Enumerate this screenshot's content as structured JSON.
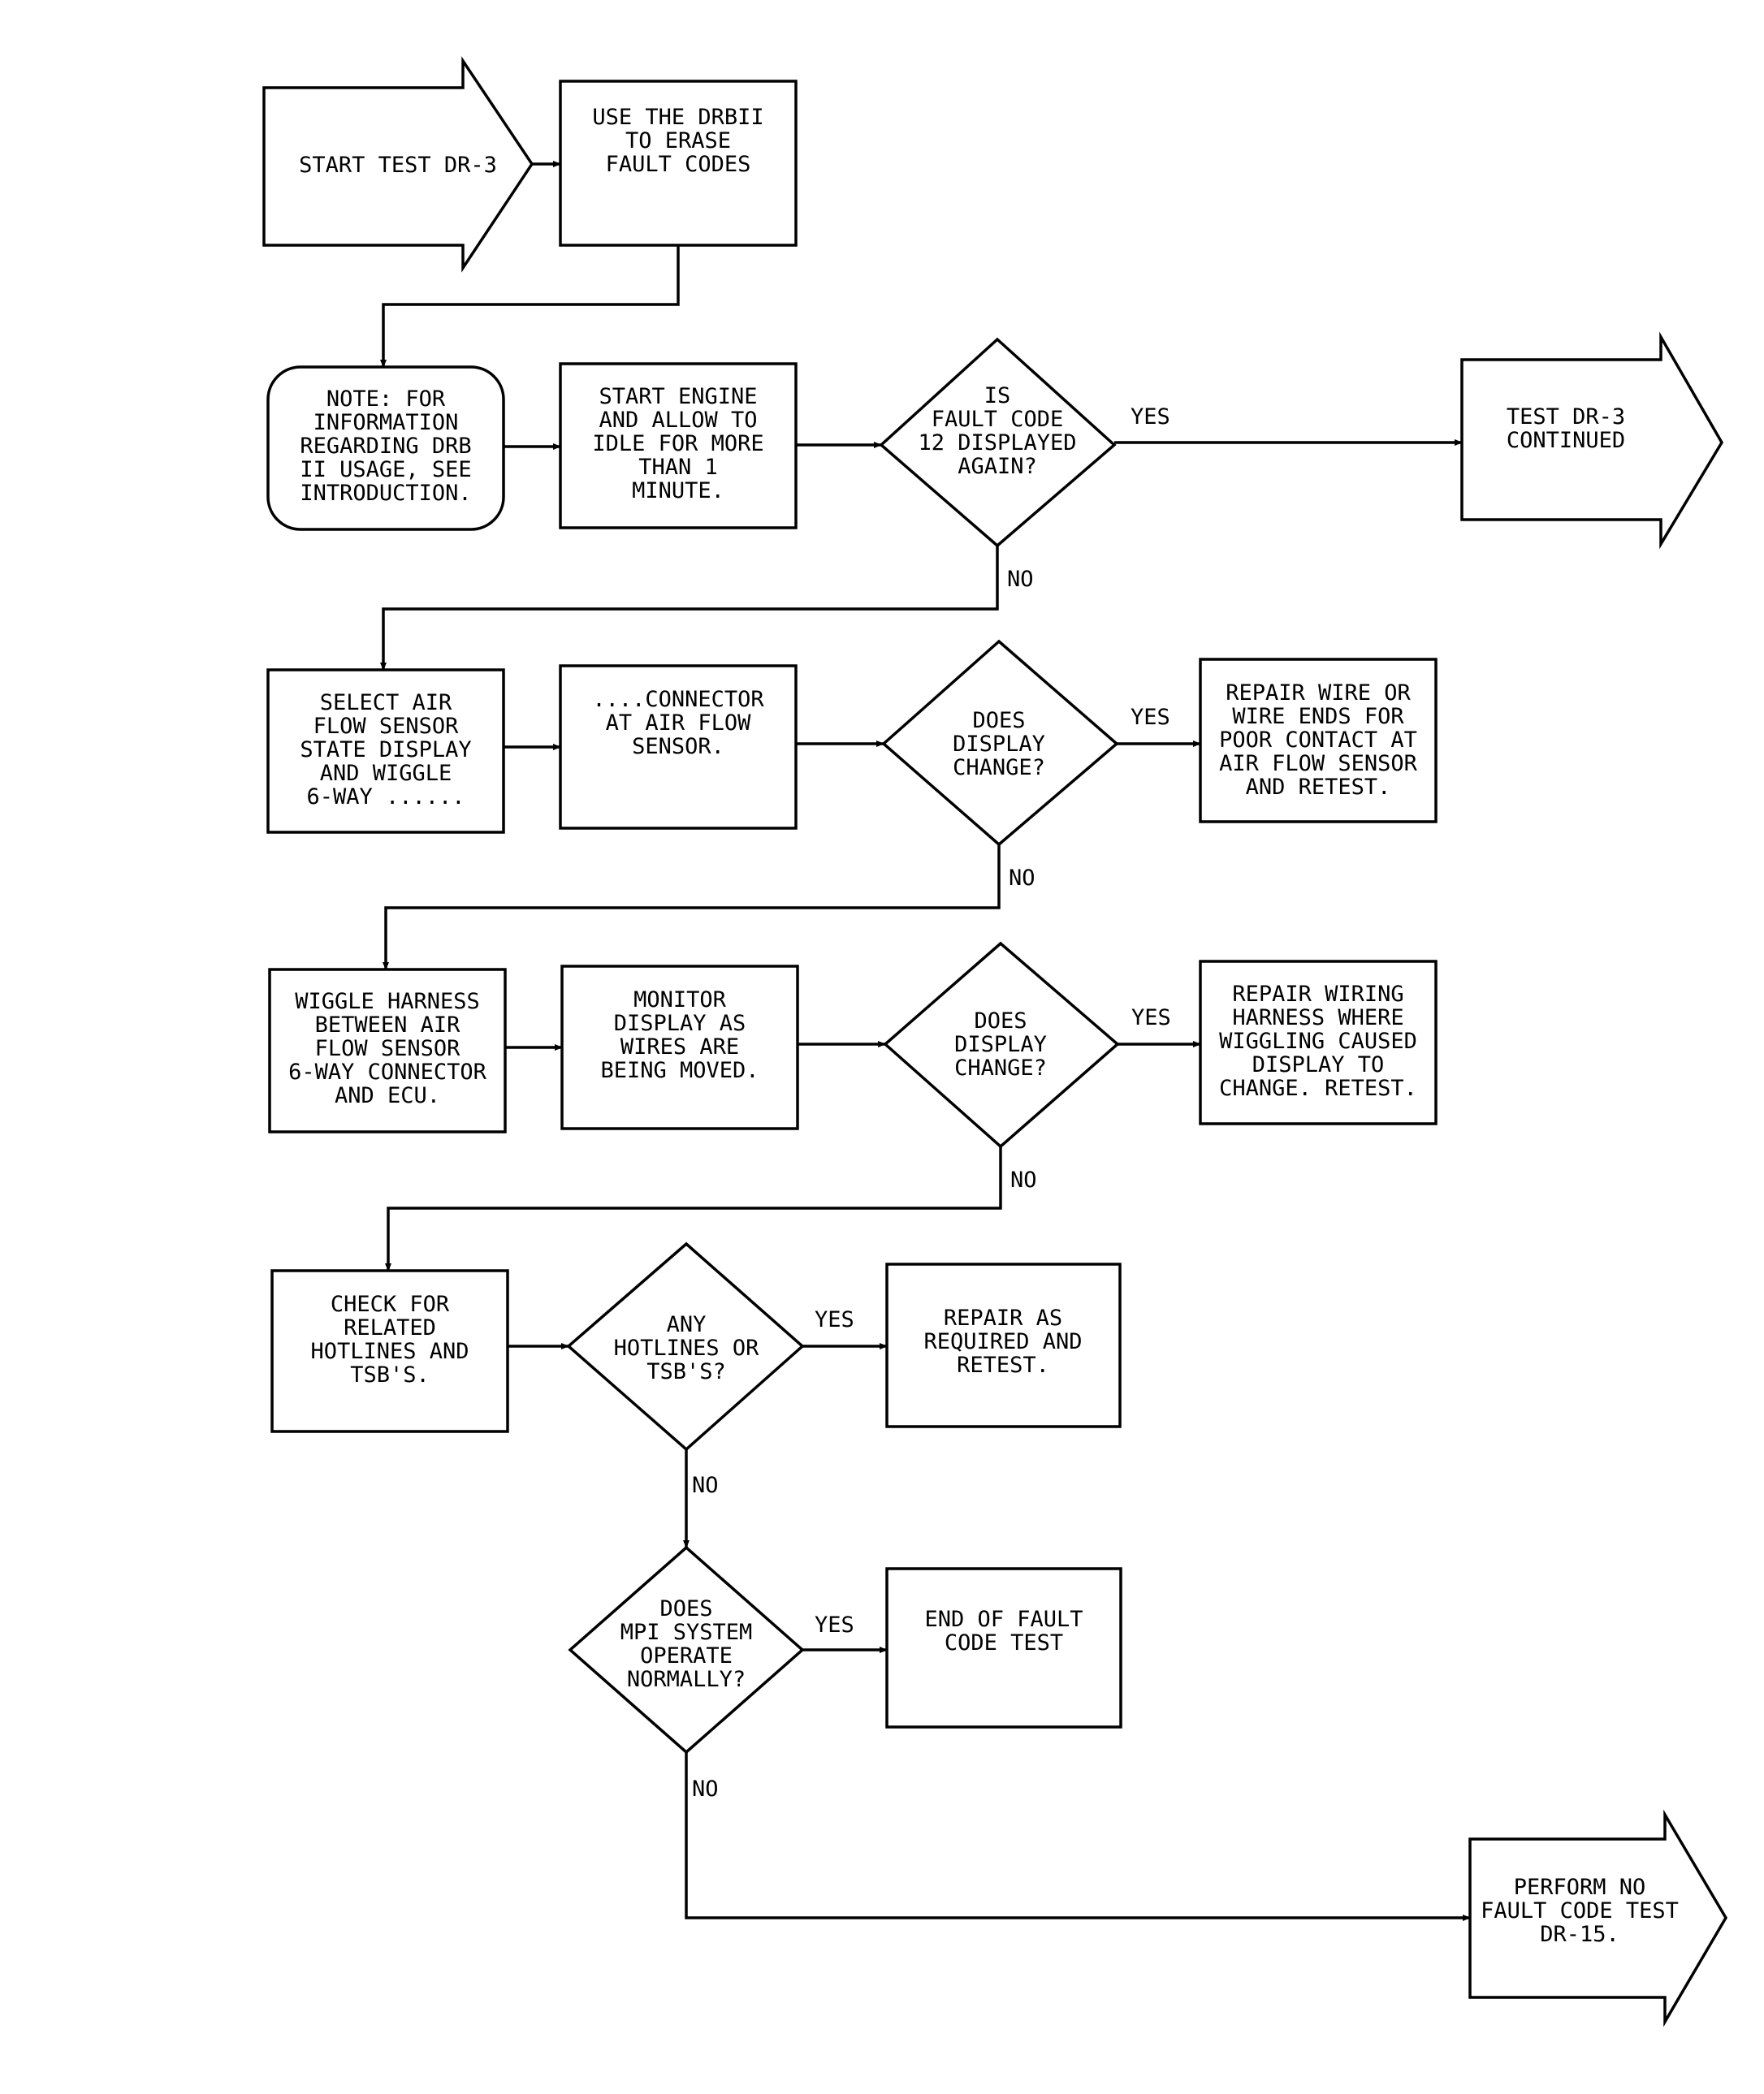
{
  "nodes": {
    "start": {
      "lines": [
        "START TEST DR-3"
      ]
    },
    "erase": {
      "lines": [
        "USE THE DRBII",
        "TO ERASE",
        "FAULT CODES"
      ]
    },
    "note": {
      "lines": [
        "NOTE: FOR",
        "INFORMATION",
        "REGARDING DRB",
        "II USAGE, SEE",
        "INTRODUCTION."
      ]
    },
    "start_engine": {
      "lines": [
        "START ENGINE",
        "AND ALLOW TO",
        "IDLE FOR MORE",
        "THAN 1",
        "MINUTE."
      ]
    },
    "fault12": {
      "lines": [
        "IS",
        "FAULT CODE",
        "12 DISPLAYED",
        "AGAIN?"
      ]
    },
    "dr3_cont": {
      "lines": [
        "TEST DR-3",
        "CONTINUED"
      ]
    },
    "select_air": {
      "lines": [
        "SELECT AIR",
        "FLOW SENSOR",
        "STATE DISPLAY",
        "AND WIGGLE",
        "6-WAY ......"
      ]
    },
    "connector": {
      "lines": [
        "....CONNECTOR",
        "AT AIR FLOW",
        "SENSOR."
      ]
    },
    "display1": {
      "lines": [
        "DOES",
        "DISPLAY",
        "CHANGE?"
      ]
    },
    "repair_wire": {
      "lines": [
        "REPAIR WIRE OR",
        "WIRE ENDS FOR",
        "POOR CONTACT AT",
        "AIR FLOW SENSOR",
        "AND RETEST."
      ]
    },
    "wiggle_harness": {
      "lines": [
        "WIGGLE HARNESS",
        "BETWEEN AIR",
        "FLOW SENSOR",
        "6-WAY CONNECTOR",
        "AND ECU."
      ]
    },
    "monitor": {
      "lines": [
        "MONITOR",
        "DISPLAY AS",
        "WIRES ARE",
        "BEING MOVED."
      ]
    },
    "display2": {
      "lines": [
        "DOES",
        "DISPLAY",
        "CHANGE?"
      ]
    },
    "repair_harness": {
      "lines": [
        "REPAIR WIRING",
        "HARNESS WHERE",
        "WIGGLING CAUSED",
        "DISPLAY TO",
        "CHANGE. RETEST."
      ]
    },
    "check_hotlines": {
      "lines": [
        "CHECK FOR",
        "RELATED",
        "HOTLINES AND",
        "TSB'S."
      ]
    },
    "any_hotlines": {
      "lines": [
        "ANY",
        "HOTLINES OR",
        "TSB'S?"
      ]
    },
    "repair_required": {
      "lines": [
        "REPAIR AS",
        "REQUIRED AND",
        "RETEST."
      ]
    },
    "mpi": {
      "lines": [
        "DOES",
        "MPI SYSTEM",
        "OPERATE",
        "NORMALLY?"
      ]
    },
    "end_fault": {
      "lines": [
        "END OF FAULT",
        "CODE TEST"
      ]
    },
    "perform_dr15": {
      "lines": [
        "PERFORM NO",
        "FAULT CODE TEST",
        "DR-15."
      ]
    }
  },
  "edge_labels": {
    "yes": "YES",
    "no": "NO"
  }
}
